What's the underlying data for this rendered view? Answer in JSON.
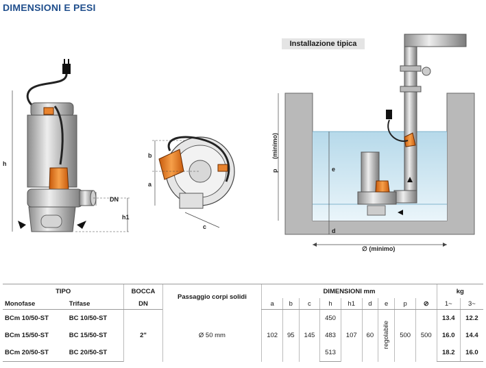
{
  "title": "DIMENSIONI E PESI",
  "install_label": "Installazione tipica",
  "dims": {
    "h": "h",
    "DN": "DN",
    "h1": "h1",
    "b": "b",
    "a": "a",
    "c": "c",
    "p": "p",
    "p_min": "(minimo)",
    "e": "e",
    "d": "d",
    "box_min": "∅ (minimo)"
  },
  "table": {
    "tipo": "TIPO",
    "bocca": "BOCCA",
    "passaggio": "Passaggio corpi solidi",
    "dimensioni": "DIMENSIONI mm",
    "kg": "kg",
    "monofase": "Monofase",
    "trifase": "Trifase",
    "dn": "DN",
    "cols": [
      "a",
      "b",
      "c",
      "h",
      "h1",
      "d",
      "e",
      "p",
      "⊘"
    ],
    "phase1": "1~",
    "phase3": "3~",
    "rows": [
      {
        "mono": "BCm 10/50-ST",
        "tri": "BC 10/50-ST",
        "h": "450",
        "kg1": "13.4",
        "kg3": "12.2"
      },
      {
        "mono": "BCm 15/50-ST",
        "tri": "BC 15/50-ST",
        "h": "483",
        "kg1": "16.0",
        "kg3": "14.4"
      },
      {
        "mono": "BCm 20/50-ST",
        "tri": "BC 20/50-ST",
        "h": "513",
        "kg1": "18.2",
        "kg3": "16.0"
      }
    ],
    "shared": {
      "bocca": "2\"",
      "passaggio": "Ø 50 mm",
      "a": "102",
      "b": "95",
      "c": "145",
      "h1": "107",
      "d": "60",
      "e": "regolabile",
      "p": "500",
      "box": "500"
    }
  }
}
